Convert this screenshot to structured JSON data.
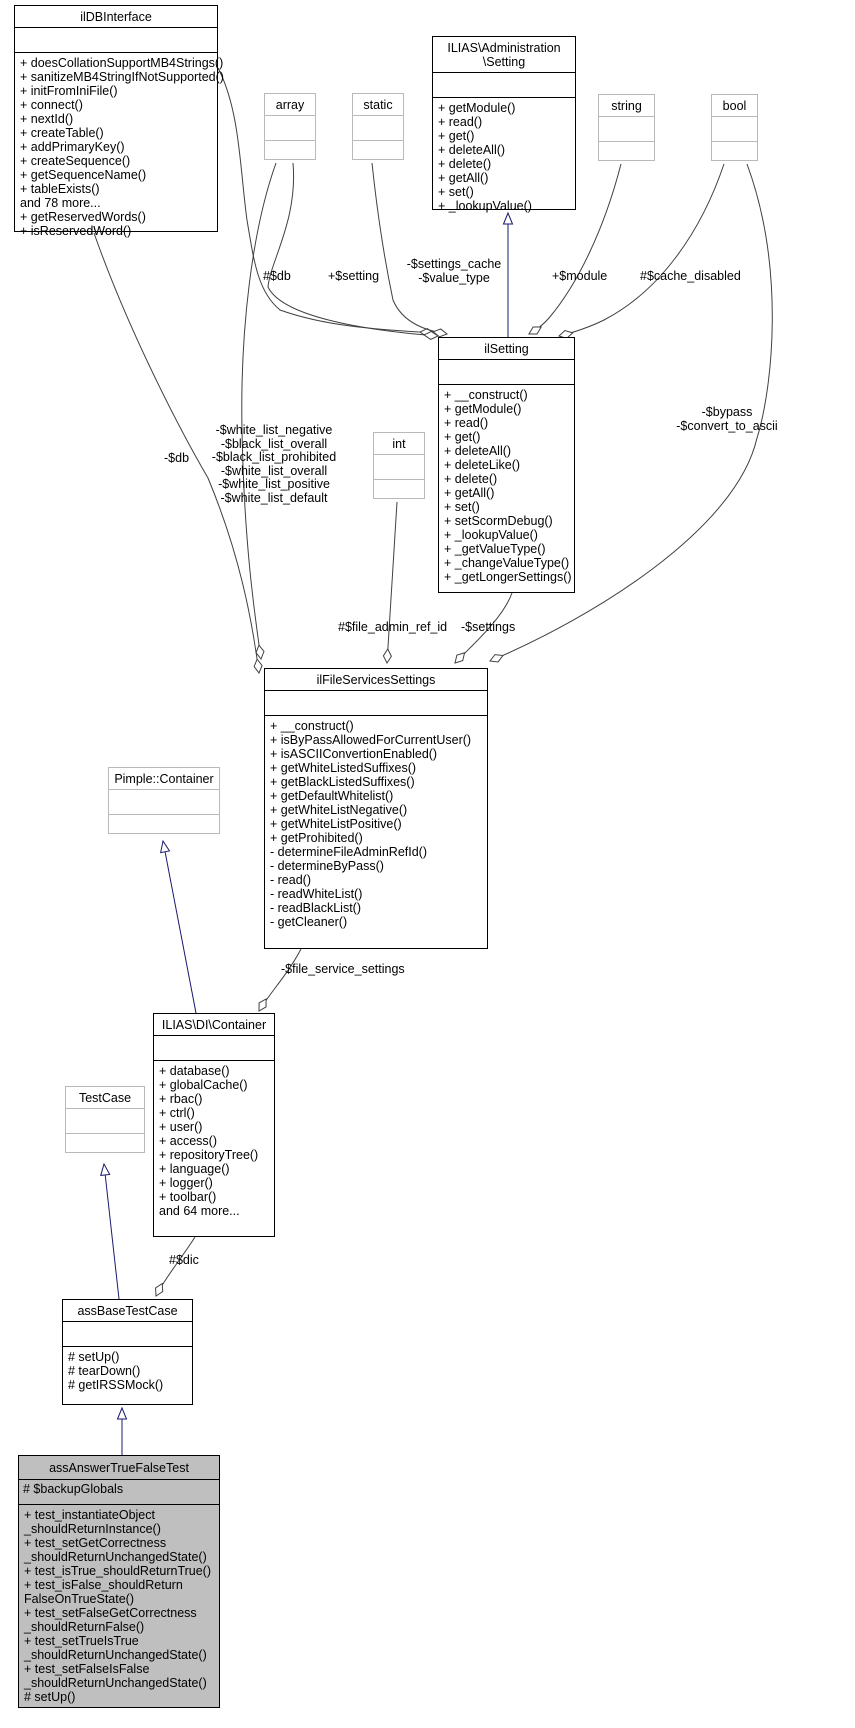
{
  "diagram": {
    "colors": {
      "node_fill": "#ffffff",
      "focus_node_fill": "#bfbfbf",
      "node_border": "#000000",
      "type_node_border": "#b9b9b9",
      "association_edge": "#404040",
      "inheritance_edge": "#191970"
    },
    "nodes": {
      "ildbinterface": {
        "title": [
          "ilDBInterface"
        ],
        "attributes": [],
        "methods": [
          "+ doesCollationSupportMB4Strings()",
          "+ sanitizeMB4StringIfNotSupported()",
          "+ initFromIniFile()",
          "+ connect()",
          "+ nextId()",
          "+ createTable()",
          "+ addPrimaryKey()",
          "+ createSequence()",
          "+ getSequenceName()",
          "+ tableExists()",
          "and 78 more...",
          "+ getReservedWords()",
          "+ isReservedWord()"
        ]
      },
      "admin_setting": {
        "title": [
          "ILIAS\\Administration",
          "\\Setting"
        ],
        "attributes": [],
        "methods": [
          "+ getModule()",
          "+ read()",
          "+ get()",
          "+ deleteAll()",
          "+ delete()",
          "+ getAll()",
          "+ set()",
          "+ _lookupValue()"
        ]
      },
      "array_type": {
        "title": [
          "array"
        ]
      },
      "static_type": {
        "title": [
          "static"
        ]
      },
      "string_type": {
        "title": [
          "string"
        ]
      },
      "bool_type": {
        "title": [
          "bool"
        ]
      },
      "int_type": {
        "title": [
          "int"
        ]
      },
      "ilsetting": {
        "title": [
          "ilSetting"
        ],
        "attributes": [],
        "methods": [
          "+ __construct()",
          "+ getModule()",
          "+ read()",
          "+ get()",
          "+ deleteAll()",
          "+ deleteLike()",
          "+ delete()",
          "+ getAll()",
          "+ set()",
          "+ setScormDebug()",
          "+ _lookupValue()",
          "+ _getValueType()",
          "+ _changeValueType()",
          "+ _getLongerSettings()"
        ]
      },
      "ilfileservicessettings": {
        "title": [
          "ilFileServicesSettings"
        ],
        "attributes": [],
        "methods": [
          "+ __construct()",
          "+ isByPassAllowedForCurrentUser()",
          "+ isASCIIConvertionEnabled()",
          "+ getWhiteListedSuffixes()",
          "+ getBlackListedSuffixes()",
          "+ getDefaultWhitelist()",
          "+ getWhiteListNegative()",
          "+ getWhiteListPositive()",
          "+ getProhibited()",
          "- determineFileAdminRefId()",
          "- determineByPass()",
          "- read()",
          "- readWhiteList()",
          "- readBlackList()",
          "- getCleaner()"
        ]
      },
      "pimple_container": {
        "title": [
          "Pimple::Container"
        ]
      },
      "di_container": {
        "title": [
          "ILIAS\\DI\\Container"
        ],
        "attributes": [],
        "methods": [
          "+ database()",
          "+ globalCache()",
          "+ rbac()",
          "+ ctrl()",
          "+ user()",
          "+ access()",
          "+ repositoryTree()",
          "+ language()",
          "+ logger()",
          "+ toolbar()",
          "and 64 more..."
        ]
      },
      "testcase": {
        "title": [
          "TestCase"
        ]
      },
      "assbasetestcase": {
        "title": [
          "assBaseTestCase"
        ],
        "attributes": [],
        "methods": [
          "# setUp()",
          "# tearDown()",
          "# getIRSSMock()"
        ]
      },
      "assanswertruefalsetest": {
        "title": [
          "assAnswerTrueFalseTest"
        ],
        "attributes": [
          "# $backupGlobals"
        ],
        "methods": [
          "+ test_instantiateObject",
          "_shouldReturnInstance()",
          "+ test_setGetCorrectness",
          "_shouldReturnUnchangedState()",
          "+ test_isTrue_shouldReturnTrue()",
          "+ test_isFalse_shouldReturn",
          "FalseOnTrueState()",
          "+ test_setFalseGetCorrectness",
          "_shouldReturnFalse()",
          "+ test_setTrueIsTrue",
          "_shouldReturnUnchangedState()",
          "+ test_setFalseIsFalse",
          "_shouldReturnUnchangedState()",
          "# setUp()"
        ]
      }
    },
    "edge_labels": {
      "db_protected": "#$db",
      "setting": "+$setting",
      "settings_cache": [
        "-$settings_cache",
        "-$value_type"
      ],
      "module": "+$module",
      "cache_disabled": "#$cache_disabled",
      "white_lists": [
        "-$white_list_negative",
        "-$black_list_overall",
        "-$black_list_prohibited",
        "-$white_list_overall",
        "-$white_list_positive",
        "-$white_list_default"
      ],
      "db_private": "-$db",
      "bypass": [
        "-$bypass",
        "-$convert_to_ascii"
      ],
      "file_admin_ref_id": "#$file_admin_ref_id",
      "settings": "-$settings",
      "file_service_settings": "-$file_service_settings",
      "dic": "#$dic"
    }
  }
}
